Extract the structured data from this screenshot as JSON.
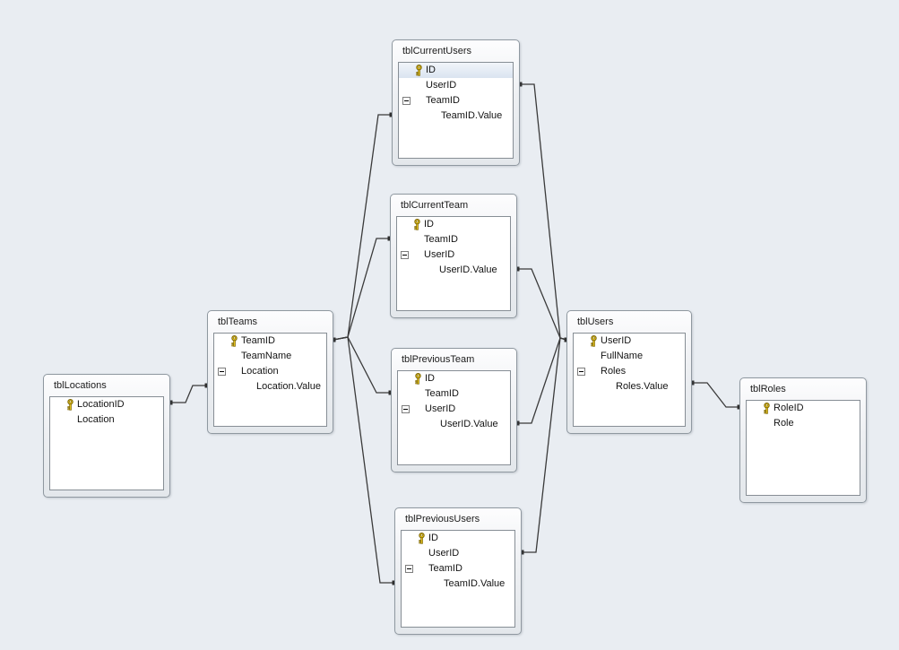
{
  "diagram": {
    "tables": [
      {
        "id": "tblCurrentUsers",
        "title": "tblCurrentUsers",
        "fields": [
          {
            "name": "ID",
            "icon": "primary-key-icon",
            "indent": 1,
            "highlighted": true
          },
          {
            "name": "UserID",
            "icon": null,
            "indent": 1,
            "highlighted": false
          },
          {
            "name": "TeamID",
            "icon": "expand-minus-icon",
            "indent": 1,
            "highlighted": false
          },
          {
            "name": "TeamID.Value",
            "icon": null,
            "indent": 2,
            "highlighted": false
          }
        ]
      },
      {
        "id": "tblCurrentTeam",
        "title": "tblCurrentTeam",
        "fields": [
          {
            "name": "ID",
            "icon": "primary-key-icon",
            "indent": 1,
            "highlighted": false
          },
          {
            "name": "TeamID",
            "icon": null,
            "indent": 1,
            "highlighted": false
          },
          {
            "name": "UserID",
            "icon": "expand-minus-icon",
            "indent": 1,
            "highlighted": false
          },
          {
            "name": "UserID.Value",
            "icon": null,
            "indent": 2,
            "highlighted": false
          }
        ]
      },
      {
        "id": "tblPreviousTeam",
        "title": "tblPreviousTeam",
        "fields": [
          {
            "name": "ID",
            "icon": "primary-key-icon",
            "indent": 1,
            "highlighted": false
          },
          {
            "name": "TeamID",
            "icon": null,
            "indent": 1,
            "highlighted": false
          },
          {
            "name": "UserID",
            "icon": "expand-minus-icon",
            "indent": 1,
            "highlighted": false
          },
          {
            "name": "UserID.Value",
            "icon": null,
            "indent": 2,
            "highlighted": false
          }
        ]
      },
      {
        "id": "tblPreviousUsers",
        "title": "tblPreviousUsers",
        "fields": [
          {
            "name": "ID",
            "icon": "primary-key-icon",
            "indent": 1,
            "highlighted": false
          },
          {
            "name": "UserID",
            "icon": null,
            "indent": 1,
            "highlighted": false
          },
          {
            "name": "TeamID",
            "icon": "expand-minus-icon",
            "indent": 1,
            "highlighted": false
          },
          {
            "name": "TeamID.Value",
            "icon": null,
            "indent": 2,
            "highlighted": false
          }
        ]
      },
      {
        "id": "tblTeams",
        "title": "tblTeams",
        "fields": [
          {
            "name": "TeamID",
            "icon": "primary-key-icon",
            "indent": 1,
            "highlighted": false
          },
          {
            "name": "TeamName",
            "icon": null,
            "indent": 1,
            "highlighted": false
          },
          {
            "name": "Location",
            "icon": "expand-minus-icon",
            "indent": 1,
            "highlighted": false
          },
          {
            "name": "Location.Value",
            "icon": null,
            "indent": 2,
            "highlighted": false
          }
        ]
      },
      {
        "id": "tblLocations",
        "title": "tblLocations",
        "fields": [
          {
            "name": "LocationID",
            "icon": "primary-key-icon",
            "indent": 1,
            "highlighted": false
          },
          {
            "name": "Location",
            "icon": null,
            "indent": 1,
            "highlighted": false
          }
        ]
      },
      {
        "id": "tblUsers",
        "title": "tblUsers",
        "fields": [
          {
            "name": "UserID",
            "icon": "primary-key-icon",
            "indent": 1,
            "highlighted": false
          },
          {
            "name": "FullName",
            "icon": null,
            "indent": 1,
            "highlighted": false
          },
          {
            "name": "Roles",
            "icon": "expand-minus-icon",
            "indent": 1,
            "highlighted": false
          },
          {
            "name": "Roles.Value",
            "icon": null,
            "indent": 2,
            "highlighted": false
          }
        ]
      },
      {
        "id": "tblRoles",
        "title": "tblRoles",
        "fields": [
          {
            "name": "RoleID",
            "icon": "primary-key-icon",
            "indent": 1,
            "highlighted": false
          },
          {
            "name": "Role",
            "icon": null,
            "indent": 1,
            "highlighted": false
          }
        ]
      }
    ],
    "relationships": [
      {
        "from_table": "tblLocations",
        "from_field": "LocationID",
        "to_table": "tblTeams",
        "to_field": "Location.Value"
      },
      {
        "from_table": "tblTeams",
        "from_field": "TeamID",
        "to_table": "tblCurrentUsers",
        "to_field": "TeamID.Value"
      },
      {
        "from_table": "tblTeams",
        "from_field": "TeamID",
        "to_table": "tblCurrentTeam",
        "to_field": "TeamID"
      },
      {
        "from_table": "tblTeams",
        "from_field": "TeamID",
        "to_table": "tblPreviousTeam",
        "to_field": "TeamID"
      },
      {
        "from_table": "tblTeams",
        "from_field": "TeamID",
        "to_table": "tblPreviousUsers",
        "to_field": "TeamID.Value"
      },
      {
        "from_table": "tblCurrentUsers",
        "from_field": "UserID",
        "to_table": "tblUsers",
        "to_field": "UserID"
      },
      {
        "from_table": "tblCurrentTeam",
        "from_field": "UserID.Value",
        "to_table": "tblUsers",
        "to_field": "UserID"
      },
      {
        "from_table": "tblPreviousTeam",
        "from_field": "UserID.Value",
        "to_table": "tblUsers",
        "to_field": "UserID"
      },
      {
        "from_table": "tblPreviousUsers",
        "from_field": "UserID",
        "to_table": "tblUsers",
        "to_field": "UserID"
      },
      {
        "from_table": "tblUsers",
        "from_field": "Roles.Value",
        "to_table": "tblRoles",
        "to_field": "RoleID"
      }
    ],
    "colors": {
      "background": "#e9edf2",
      "node_border": "#8f98a0",
      "node_header_gradient_top": "#fdfdfe",
      "node_header_gradient_bottom": "#e3e7eb",
      "field_list_background": "#ffffff",
      "field_list_border": "#878e95",
      "text": "#141414",
      "connector": "#3a3a3a",
      "key_gold": "#e8c51e",
      "key_outline": "#7c6607",
      "highlight_row_top": "#f1f5fa",
      "highlight_row_bottom": "#dae4f0"
    }
  }
}
